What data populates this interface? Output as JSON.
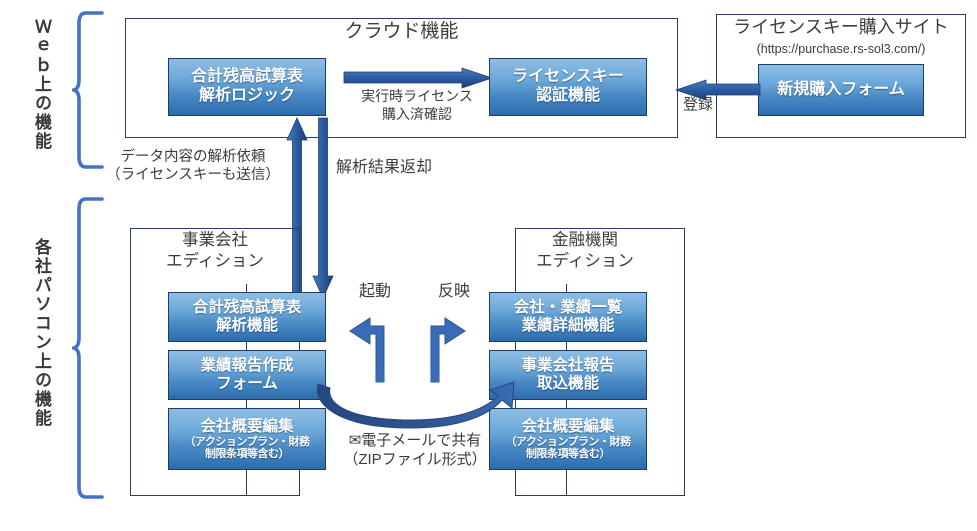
{
  "sections": {
    "web": {
      "label": "Ｗｅｂ上の機能"
    },
    "pc": {
      "label": "各社パソコン上の機能"
    }
  },
  "containers": {
    "cloud": {
      "title": "クラウド機能"
    },
    "purchase_site": {
      "title": "ライセンスキー購入サイト",
      "url": "(https://purchase.rs-sol3.com/)"
    },
    "business_edition": {
      "title_line1": "事業会社",
      "title_line2": "エディション"
    },
    "financial_edition": {
      "title_line1": "金融機関",
      "title_line2": "エディション"
    }
  },
  "boxes": {
    "trial_balance_logic": {
      "line1": "合計残高試算表",
      "line2": "解析ロジック"
    },
    "license_auth": {
      "line1": "ライセンスキー",
      "line2": "認証機能"
    },
    "new_purchase_form": {
      "line1": "新規購入フォーム",
      "line2": ""
    },
    "trial_balance_func": {
      "line1": "合計残高試算表",
      "line2": "解析機能"
    },
    "report_create_form": {
      "line1": "業績報告作成",
      "line2": "フォーム"
    },
    "company_profile_left": {
      "line1": "会社概要編集",
      "sub1": "（アクションプラン・財務",
      "sub2": "制限条項等含む）"
    },
    "company_list": {
      "line1": "会社・業績一覧",
      "line2": "業績詳細機能"
    },
    "report_import": {
      "line1": "事業会社報告",
      "line2": "取込機能"
    },
    "company_profile_right": {
      "line1": "会社概要編集",
      "sub1": "（アクションプラン・財務",
      "sub2": "制限条項等含む）"
    }
  },
  "arrow_labels": {
    "runtime_license_check": {
      "line1": "実行時ライセンス",
      "line2": "購入済確認"
    },
    "register": "登録",
    "analysis_request": {
      "line1": "データ内容の解析依頼",
      "line2": "（ライセンスキーも送信）"
    },
    "analysis_result": "解析結果返却",
    "launch": "起動",
    "reflect": "反映",
    "email_share": {
      "line1": "✉電子メールで共有",
      "line2": "（ZIPファイル形式）"
    }
  },
  "colors": {
    "box_top": "#8fbde4",
    "box_bottom": "#2c6cae",
    "box_border": "#1c3e66",
    "container_border": "#2a3e63",
    "brace": "#4472c4",
    "arrow_dark": "#1f3f73",
    "arrow_mid": "#3a6bb5",
    "text": "#3c3c3c"
  }
}
